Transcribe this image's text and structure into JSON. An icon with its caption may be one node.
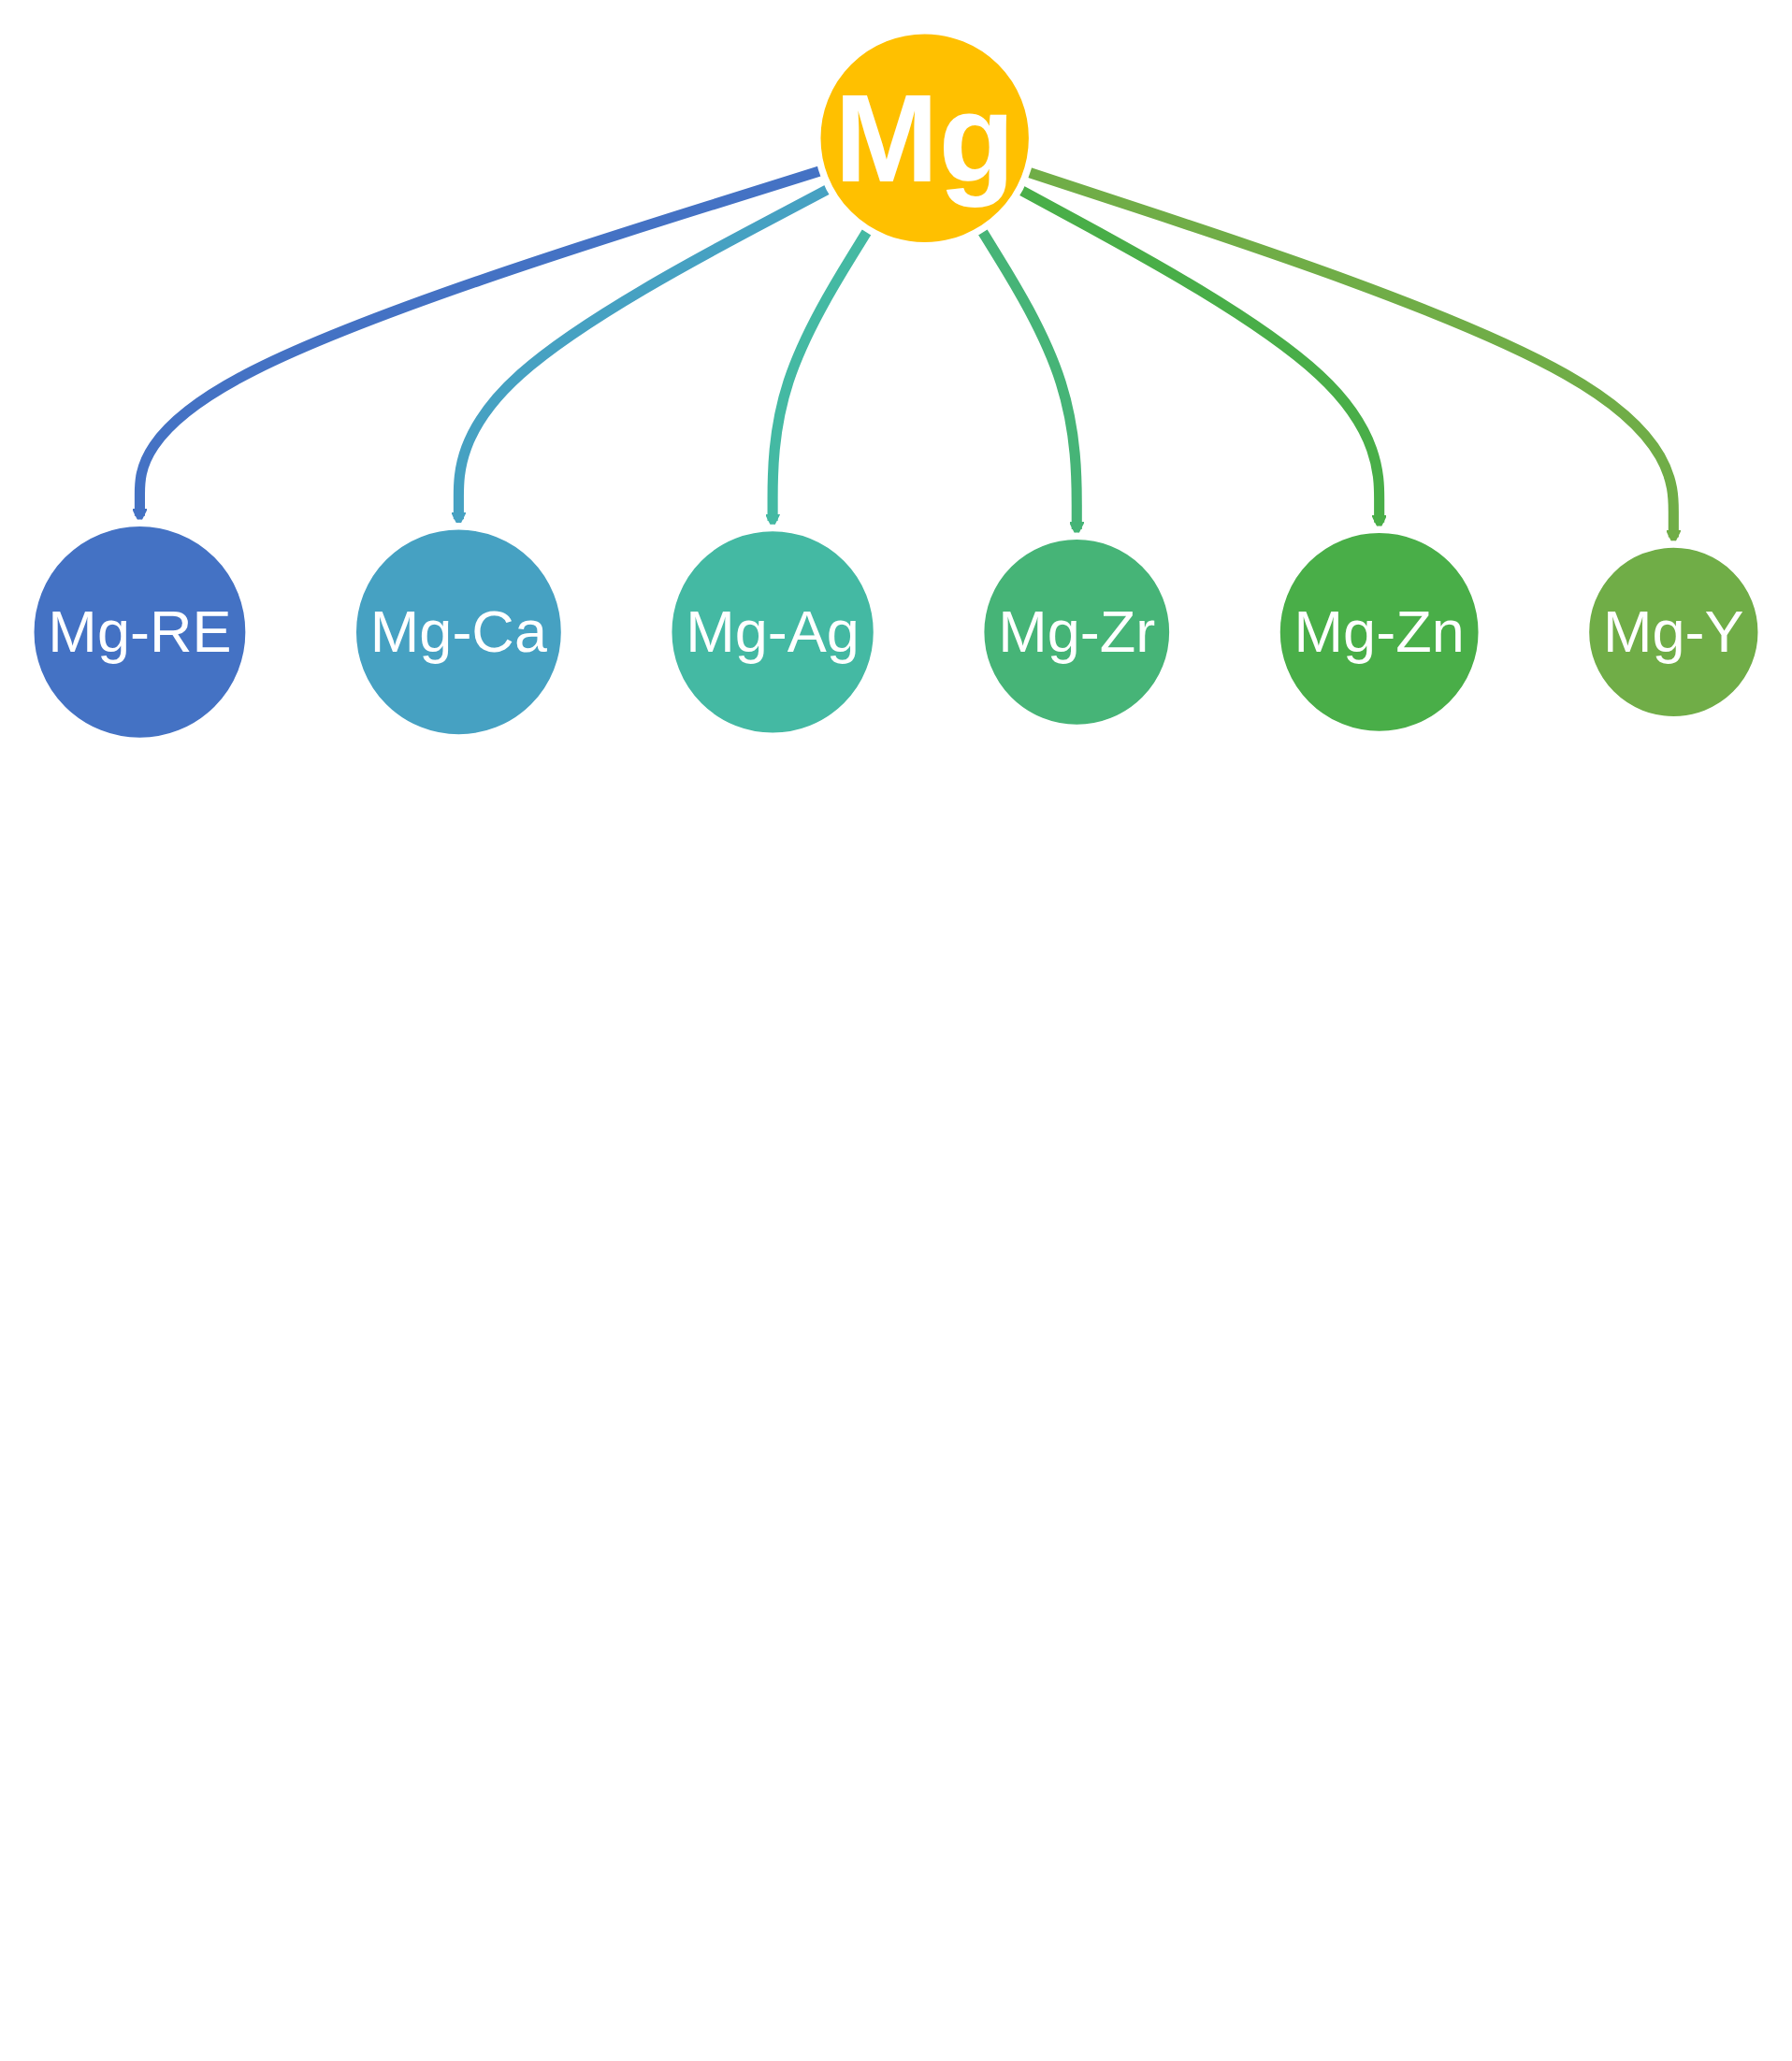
{
  "diagram": {
    "nodes": [
      {
        "text": [
          "Mg-RE"
        ]
      },
      {
        "text": [
          "Mg-Y"
        ]
      },
      {
        "text": [
          "Mg-Ca"
        ]
      },
      {
        "text": [
          "Mg"
        ]
      },
      {
        "text": [
          "Mg-Zn"
        ]
      },
      {
        "text": [
          "Mg-Ag"
        ]
      },
      {
        "text": [
          "Mg-Zr"
        ]
      }
    ],
    "edges": [
      {
        "from": 3,
        "to": 0,
        "arrow": "to",
        "color": "#4472c4"
      },
      {
        "from": 3,
        "to": 2,
        "arrow": "to",
        "color": "#46a1c2"
      },
      {
        "from": 3,
        "to": 5,
        "arrow": "to",
        "color": "#44b9a3"
      },
      {
        "from": 3,
        "to": 6,
        "arrow": "to",
        "color": "#46b477"
      },
      {
        "from": 3,
        "to": 4,
        "arrow": "to",
        "color": "#49ae48"
      },
      {
        "from": 3,
        "to": 1,
        "arrow": "to",
        "color": "#70ad47"
      }
    ]
  }
}
